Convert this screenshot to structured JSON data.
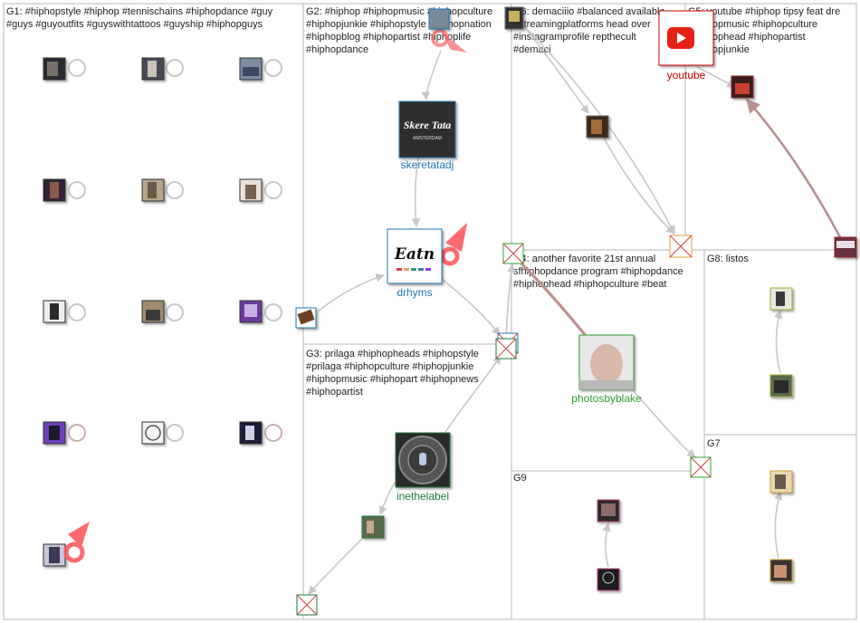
{
  "groups": [
    {
      "id": "G1",
      "lines": [
        "G1: #hiphopstyle #hiphop #tennischains #hiphopdance #guy",
        "#guys #guyoutfits #guyswithtattoos #guyship #hiphopguys"
      ]
    },
    {
      "id": "G2",
      "lines": [
        "G2: #hiphop #hiphopmusic #hiphopculture",
        "#hiphopjunkie #hiphopstyle #hiphopnation",
        "#hiphopblog #hiphopartist #hiphoplife",
        "#hiphopdance"
      ]
    },
    {
      "id": "G6",
      "lines": [
        "G6: demaciiio #balanced available",
        "#streamingplatforms head over",
        "#instagramprofile repthecult",
        "#demaci"
      ]
    },
    {
      "id": "G5",
      "lines": [
        "G5: youtube #hiphop tipsy feat dre",
        "#hiphopmusic #hiphopculture",
        "#hiphophead #hiphopartist",
        "#hiphopjunkie"
      ]
    },
    {
      "id": "G4",
      "lines": [
        "G4: another favorite 21st annual",
        "sfhiphopdance program #hiphopdance",
        "#hiphophead #hiphopculture #beat"
      ]
    },
    {
      "id": "G8",
      "lines": [
        "G8: listos"
      ]
    },
    {
      "id": "G3",
      "lines": [
        "G3: prilaga #hiphopheads #hiphopstyle",
        "#prilaga #hiphopculture #hiphopjunkie",
        "#hiphopmusic #hiphopart #hiphopnews",
        "#hiphopartist"
      ]
    },
    {
      "id": "G7",
      "lines": [
        "G7"
      ]
    },
    {
      "id": "G9",
      "lines": [
        "G9"
      ]
    }
  ],
  "labeled_nodes": [
    {
      "id": "skeretatadj",
      "label": "skeretatadj",
      "color": "#1f77b4"
    },
    {
      "id": "drhyms",
      "label": "drhyms",
      "color": "#1f77b4"
    },
    {
      "id": "youtube",
      "label": "youtube",
      "color": "#cc0000"
    },
    {
      "id": "photosbyblake",
      "label": "photosbyblake",
      "color": "#2ca02c"
    },
    {
      "id": "inethelabel",
      "label": "inethelabel",
      "color": "#1a7a3a"
    }
  ],
  "logo_texts": {
    "skeretata": "Skere Tata",
    "amsterdam": "AMSTERDAM",
    "eatn": "Eatn"
  },
  "colors": {
    "edge": "#c8c8c8",
    "edge_dark": "#b89090",
    "border": "#b4b4b4",
    "marker": "#ff5a5f"
  }
}
